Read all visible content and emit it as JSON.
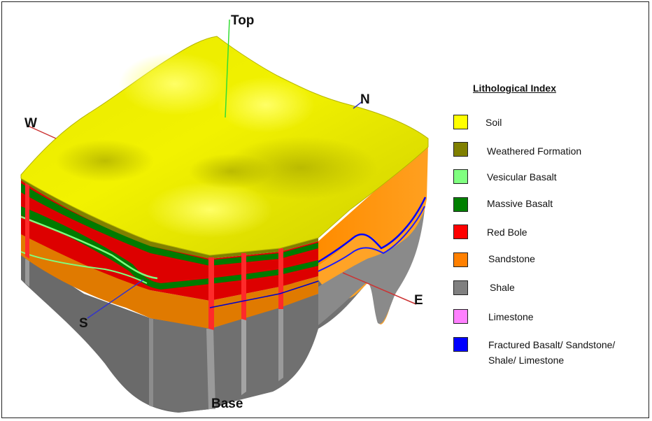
{
  "diagram": {
    "directions": {
      "top": "Top",
      "base": "Base",
      "north": "N",
      "south": "S",
      "east": "E",
      "west": "W"
    }
  },
  "legend": {
    "title": "Lithological Index",
    "items": [
      {
        "label": "Soil",
        "color": "#ffff00"
      },
      {
        "label": "Weathered Formation",
        "color": "#808000"
      },
      {
        "label": "Vesicular Basalt",
        "color": "#80ff80"
      },
      {
        "label": "Massive Basalt",
        "color": "#008000"
      },
      {
        "label": "Red Bole",
        "color": "#ff0000"
      },
      {
        "label": "Sandstone",
        "color": "#ff8000"
      },
      {
        "label": "Shale",
        "color": "#808080"
      },
      {
        "label": "Limestone",
        "color": "#ff80ff"
      },
      {
        "label": "Fractured Basalt/ Sandstone/",
        "label_line2": "Shale/ Limestone",
        "color": "#0000ff"
      }
    ]
  }
}
